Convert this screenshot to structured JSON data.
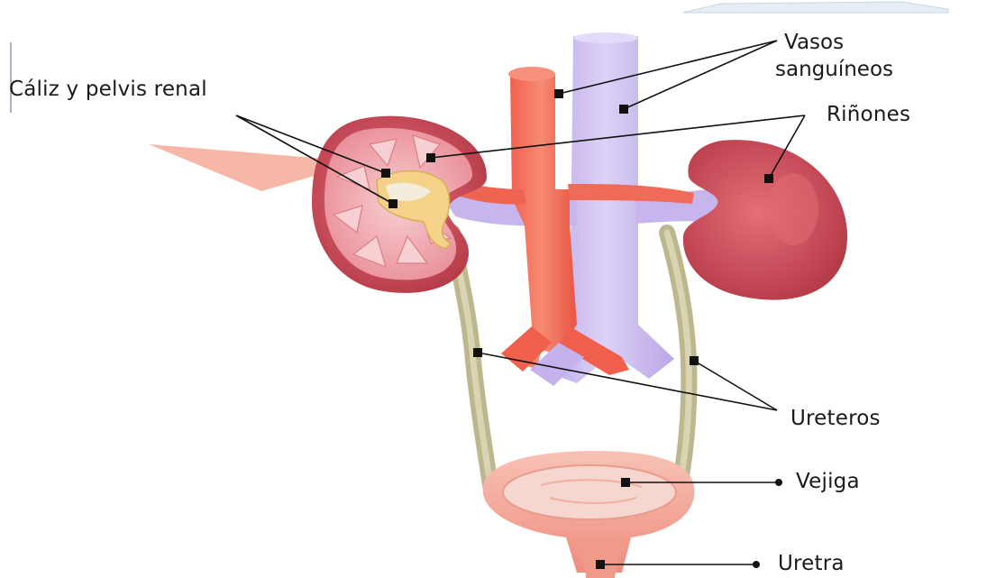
{
  "colors": {
    "background": "#ffffff",
    "artery": "#f06a55",
    "vein": "#c8b7ec",
    "kidney": "#c94b57",
    "kidney_section": "#f4b4b8",
    "ureter": "#c9c3a0",
    "bladder": "#f2a191",
    "leader_line": "#111111"
  },
  "labels": {
    "caliz_pelvis": "Cáliz y pelvis renal",
    "vasos_line1": "Vasos",
    "vasos_line2": "sanguíneos",
    "rinones": "Riñones",
    "ureteros": "Ureteros",
    "vejiga": "Vejiga",
    "uretra": "Uretra"
  }
}
